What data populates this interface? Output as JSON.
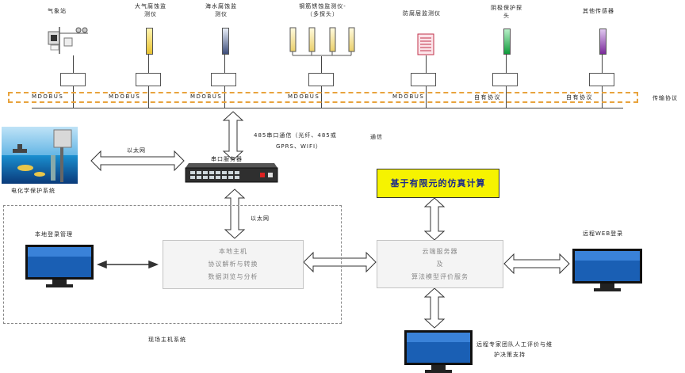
{
  "sensors": {
    "weather_station": "气象站",
    "atmos_corrosion_1": "大气腐蚀监",
    "atmos_corrosion_2": "测仪",
    "seawater_corrosion_1": "海水腐蚀监",
    "seawater_corrosion_2": "测仪",
    "rebar_corrosion_1": "钢筋锈蚀监测仪-",
    "rebar_corrosion_2": "（多探头）",
    "coating_monitor": "防腐层监测仪",
    "cathodic_probe_1": "阴极保护探",
    "cathodic_probe_2": "头",
    "other_sensors": "其他传感器"
  },
  "bus": {
    "labels": [
      "MDOBUS",
      "MDOBUS",
      "MDOBUS",
      "MDOBUS",
      "MDOBUS",
      "自有协议",
      "自有协议"
    ],
    "transport_protocol": "传输协议"
  },
  "links": {
    "serial_comm_1": "485串口通信（光纤、485或",
    "serial_comm_2": "GPRS、WIFI）",
    "comm": "通信",
    "ethernet_1": "以太网",
    "ethernet_2": "以太网"
  },
  "devices": {
    "serial_server": "串口服务器",
    "cathodic_system": "电化学保护系统"
  },
  "fem": {
    "title": "基于有限元的仿真计算"
  },
  "local_host": {
    "line1": "本地主机",
    "line2": "协议解析与转换",
    "line3": "数据浏览与分析"
  },
  "cloud": {
    "line1": "云端服务器",
    "line2": "及",
    "line3": "算法模型评价服务"
  },
  "labels": {
    "local_login": "本地登录管理",
    "remote_web": "远程WEB登录",
    "site_system": "现场主机系统",
    "expert_1": "远程专家团队人工评价与维",
    "expert_2": "护决策支持"
  }
}
